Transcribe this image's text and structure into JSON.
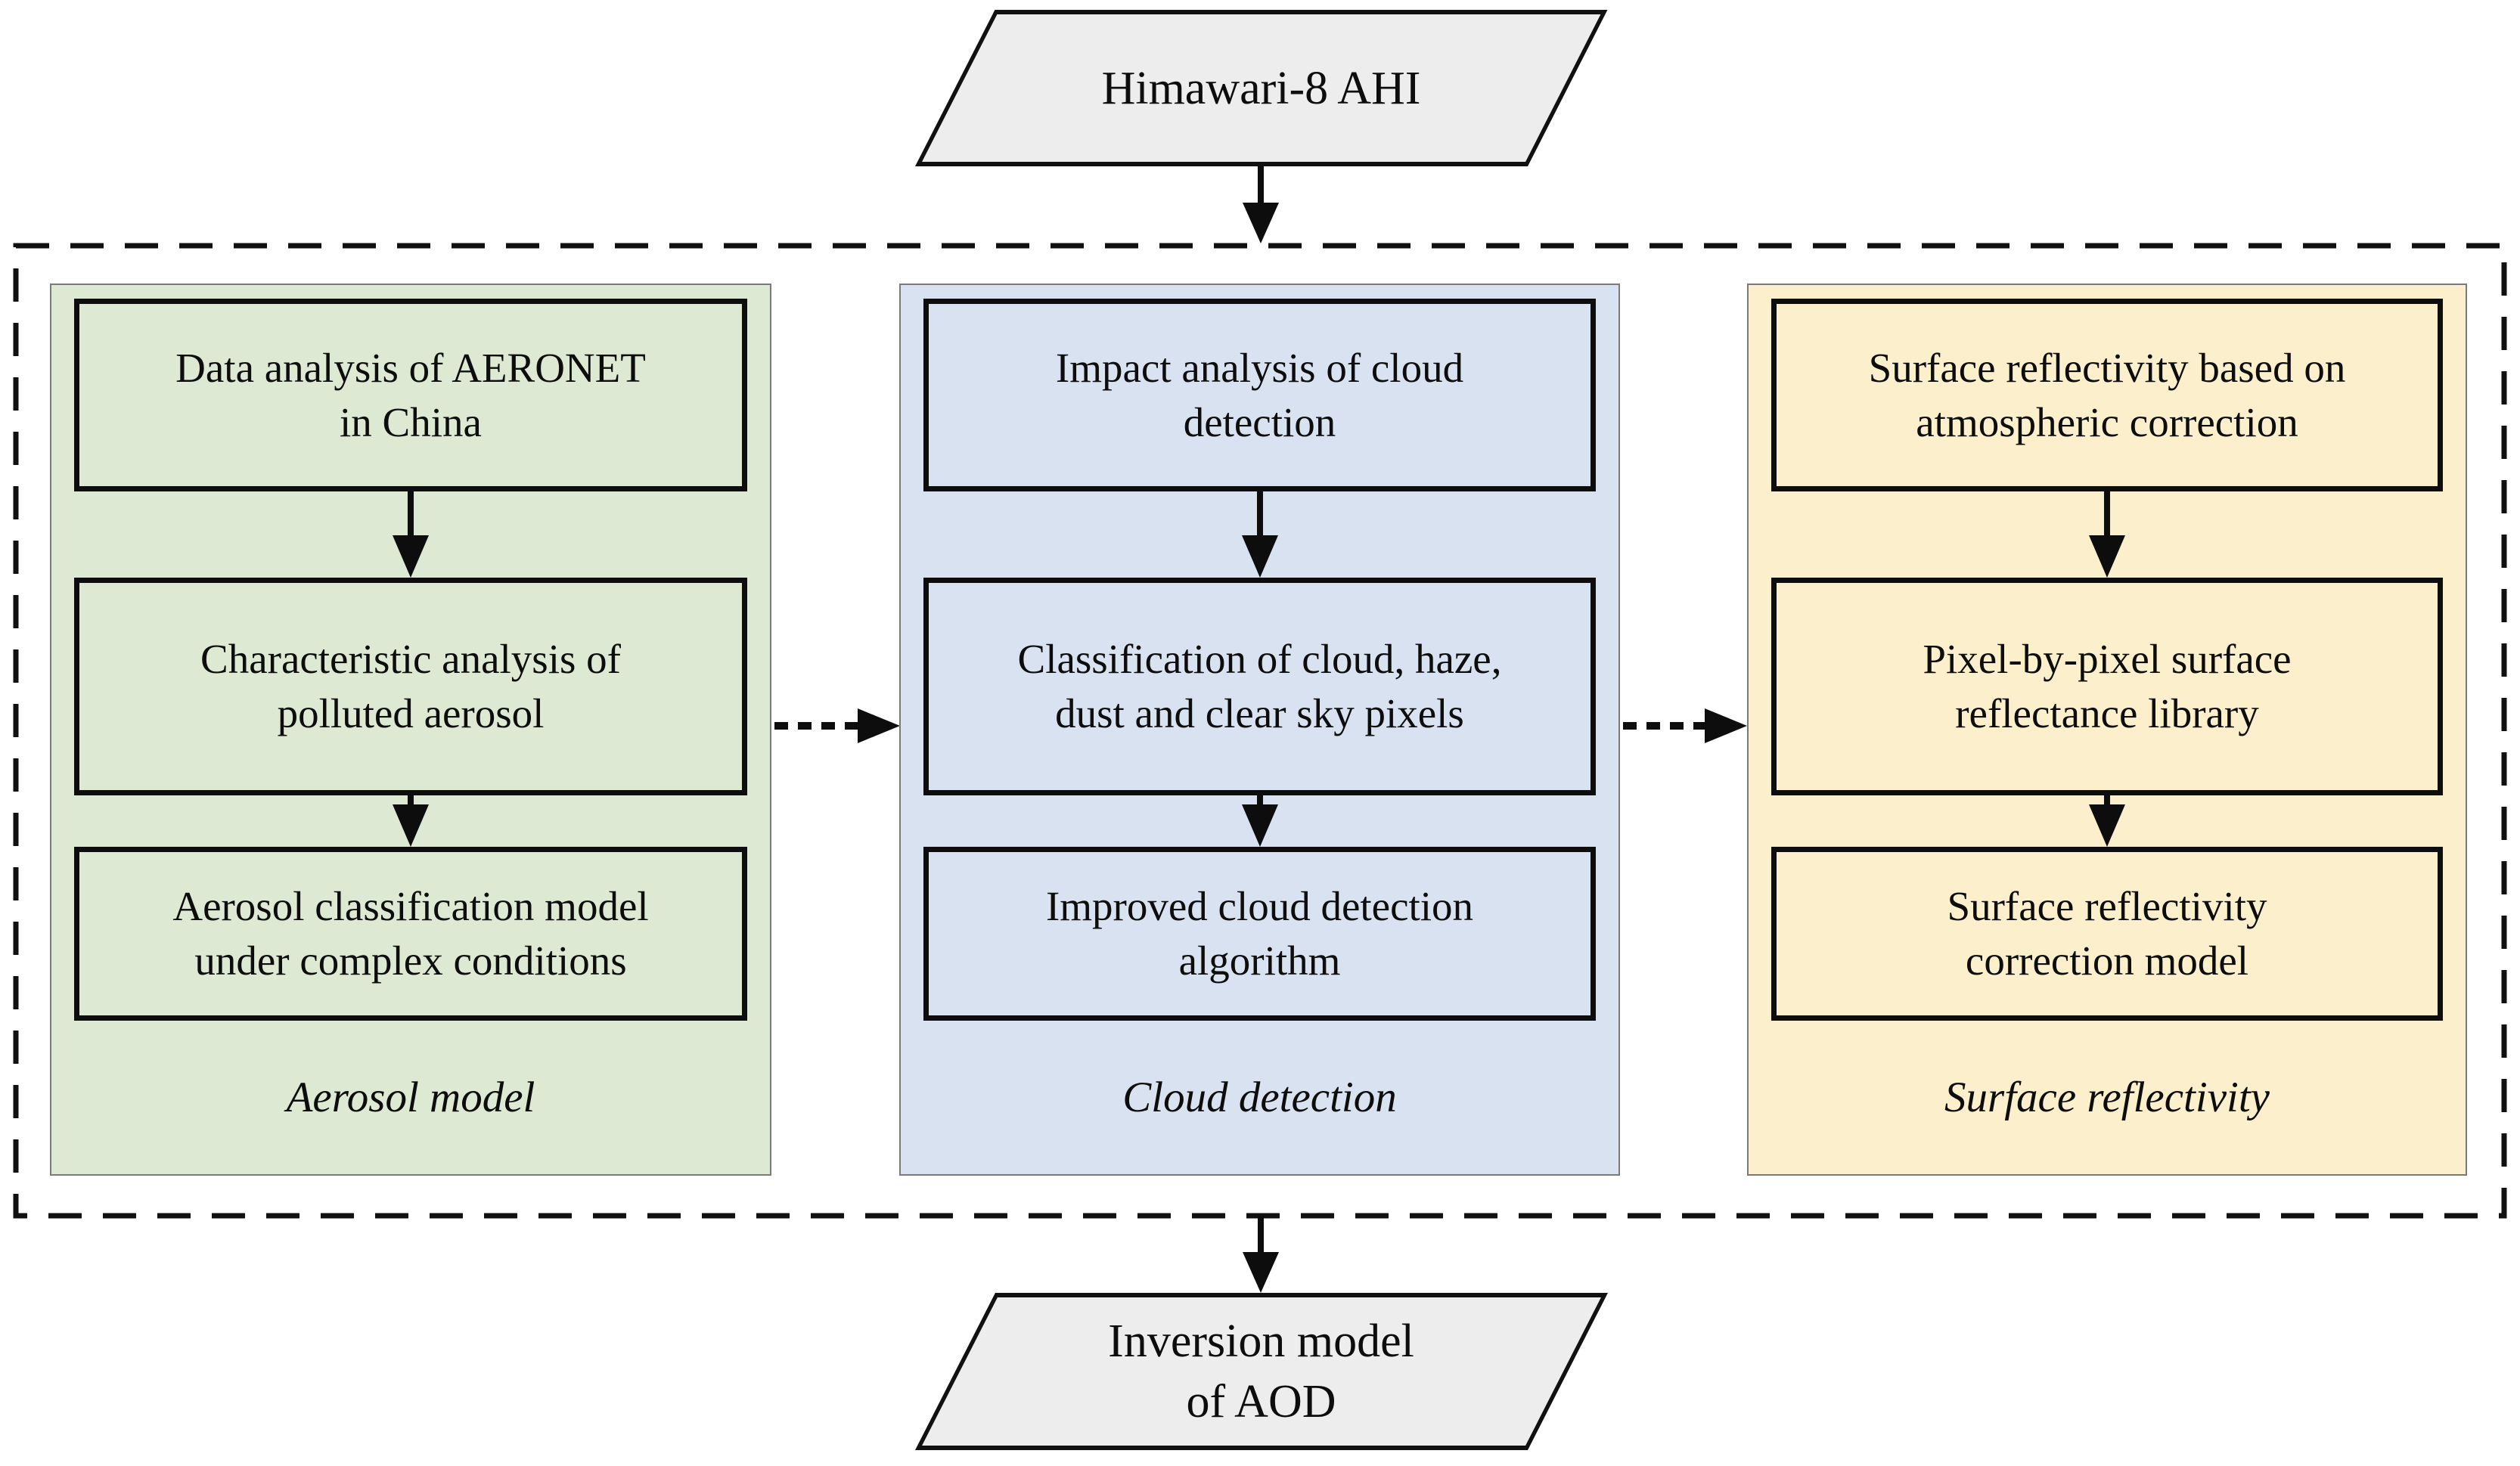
{
  "nodes": {
    "input": "Himawari-8 AHI",
    "output": "Inversion model\nof AOD"
  },
  "columns": [
    {
      "caption": "Aerosol model",
      "color": "#dde9d3",
      "steps": [
        "Data analysis of AERONET\nin China",
        "Characteristic analysis of\npolluted aerosol",
        "Aerosol classification model\nunder complex conditions"
      ]
    },
    {
      "caption": "Cloud detection",
      "color": "#d8e2f0",
      "steps": [
        "Impact analysis of cloud\ndetection",
        "Classification of cloud, haze,\ndust and clear sky pixels",
        "Improved cloud detection\nalgorithm"
      ]
    },
    {
      "caption": "Surface reflectivity",
      "color": "#fcf0cc",
      "steps": [
        "Surface reflectivity based on\natmospheric correction",
        "Pixel-by-pixel surface\nreflectance library",
        "Surface reflectivity\ncorrection model"
      ]
    }
  ],
  "colors": {
    "io_fill": "#ededed",
    "line": "#0d0d0d",
    "panel_border": "#7a7a7a",
    "background": "#ffffff"
  }
}
